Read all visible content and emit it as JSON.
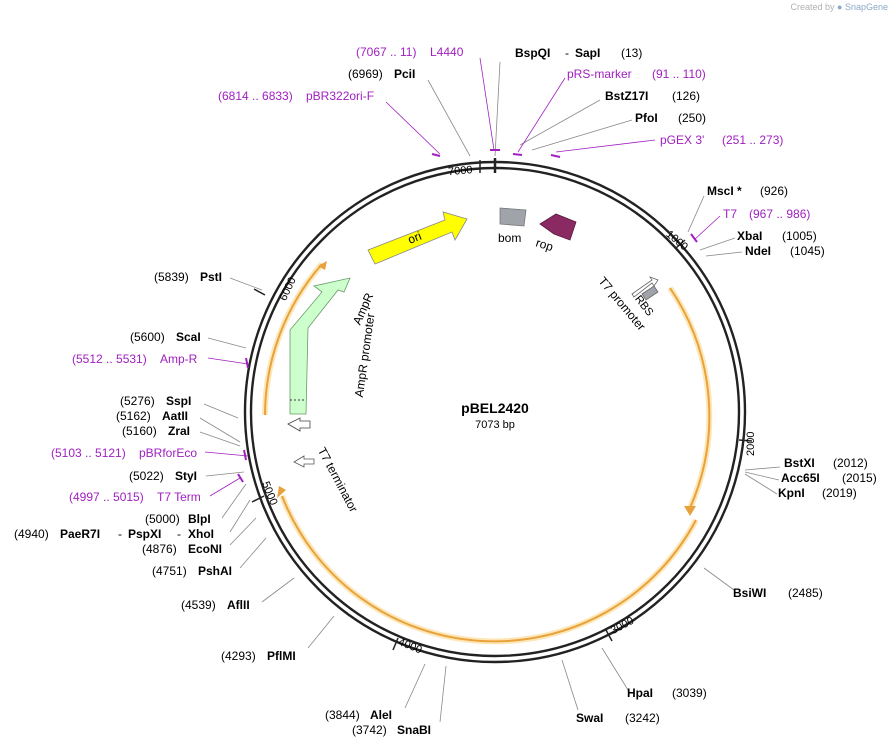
{
  "watermark": {
    "prefix": "Created by",
    "brand": "SnapGene"
  },
  "plasmid": {
    "name": "pBEL2420",
    "length_label": "7073 bp"
  },
  "ticks": [
    "1000",
    "2000",
    "3000",
    "4000",
    "5000",
    "6000",
    "7000"
  ],
  "colors": {
    "primer": "#a020c0",
    "orf": "#f5a623",
    "ori": "#ffff00",
    "ampr": "#ccffcc",
    "rop": "#8b2a62",
    "bom": "#a0a4aa"
  },
  "sites": [
    {
      "key": "bspqi",
      "name": "BspQI",
      "sep": "-",
      "name2": "SapI",
      "pos": "(13)"
    },
    {
      "key": "pcii",
      "name": "PciI",
      "pos": "(6969)"
    },
    {
      "key": "bstz17i",
      "name": "BstZ17I",
      "pos": "(126)"
    },
    {
      "key": "pfoi",
      "name": "PfoI",
      "pos": "(250)"
    },
    {
      "key": "msci",
      "name": "MscI *",
      "pos": "(926)"
    },
    {
      "key": "xbai",
      "name": "XbaI",
      "pos": "(1005)"
    },
    {
      "key": "ndei",
      "name": "NdeI",
      "pos": "(1045)"
    },
    {
      "key": "bstxi",
      "name": "BstXI",
      "pos": "(2012)"
    },
    {
      "key": "acc65i",
      "name": "Acc65I",
      "pos": "(2015)"
    },
    {
      "key": "kpni",
      "name": "KpnI",
      "pos": "(2019)"
    },
    {
      "key": "bsiwi",
      "name": "BsiWI",
      "pos": "(2485)"
    },
    {
      "key": "hpai",
      "name": "HpaI",
      "pos": "(3039)"
    },
    {
      "key": "swai",
      "name": "SwaI",
      "pos": "(3242)"
    },
    {
      "key": "alei",
      "name": "AleI",
      "pos": "(3844)"
    },
    {
      "key": "snabi",
      "name": "SnaBI",
      "pos": "(3742)"
    },
    {
      "key": "pflmi",
      "name": "PflMI",
      "pos": "(4293)"
    },
    {
      "key": "aflii",
      "name": "AflII",
      "pos": "(4539)"
    },
    {
      "key": "pshai",
      "name": "PshAI",
      "pos": "(4751)"
    },
    {
      "key": "econi",
      "name": "EcoNI",
      "pos": "(4876)"
    },
    {
      "key": "paer7i",
      "name": "PaeR7I",
      "sep": "-",
      "name2": "PspXI",
      "sep2": "-",
      "name3": "XhoI",
      "pos": "(4940)"
    },
    {
      "key": "blpi",
      "name": "BlpI",
      "pos": "(5000)"
    },
    {
      "key": "styi",
      "name": "StyI",
      "pos": "(5022)"
    },
    {
      "key": "zrai",
      "name": "ZraI",
      "pos": "(5160)"
    },
    {
      "key": "aatii",
      "name": "AatII",
      "pos": "(5162)"
    },
    {
      "key": "sspi",
      "name": "SspI",
      "pos": "(5276)"
    },
    {
      "key": "scai",
      "name": "ScaI",
      "pos": "(5600)"
    },
    {
      "key": "psti",
      "name": "PstI",
      "pos": "(5839)"
    }
  ],
  "primers": [
    {
      "key": "l4440",
      "name": "L4440",
      "range": "(7067 .. 11)"
    },
    {
      "key": "prs",
      "name": "pRS-marker",
      "range": "(91 .. 110)"
    },
    {
      "key": "pgex",
      "name": "pGEX 3'",
      "range": "(251 .. 273)"
    },
    {
      "key": "t7",
      "name": "T7",
      "range": "(967 .. 986)"
    },
    {
      "key": "pbr322",
      "name": "pBR322ori-F",
      "range": "(6814 .. 6833)"
    },
    {
      "key": "ampr",
      "name": "Amp-R",
      "range": "(5512 .. 5531)"
    },
    {
      "key": "pbrforeco",
      "name": "pBRforEco",
      "range": "(5103 .. 5121)"
    },
    {
      "key": "t7term",
      "name": "T7 Term",
      "range": "(4997 .. 5015)"
    }
  ],
  "features": {
    "ori": "ori",
    "bom": "bom",
    "rop": "rop",
    "ampr": "AmpR",
    "ampr_promoter": "AmpR promoter",
    "t7_promoter": "T7 promoter",
    "rbs": "RBS",
    "t7_terminator": "T7 terminator"
  }
}
